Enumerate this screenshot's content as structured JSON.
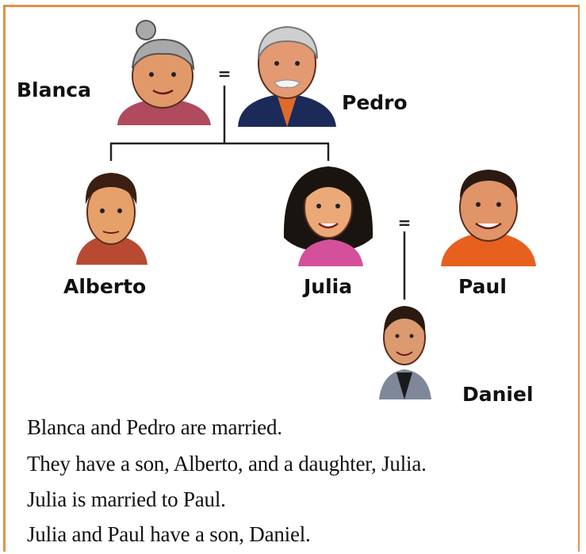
{
  "people": {
    "blanca": "Blanca",
    "pedro": "Pedro",
    "alberto": "Alberto",
    "julia": "Julia",
    "paul": "Paul",
    "daniel": "Daniel"
  },
  "marriage_symbol": "=",
  "sentences": [
    "Blanca and Pedro are married.",
    "They have a son, Alberto, and a daughter, Julia.",
    "Julia is married to Paul.",
    "Julia and Paul have a son, Daniel."
  ],
  "colors": {
    "border": "#e19149",
    "line": "#222222",
    "skin": "#e8a070"
  }
}
